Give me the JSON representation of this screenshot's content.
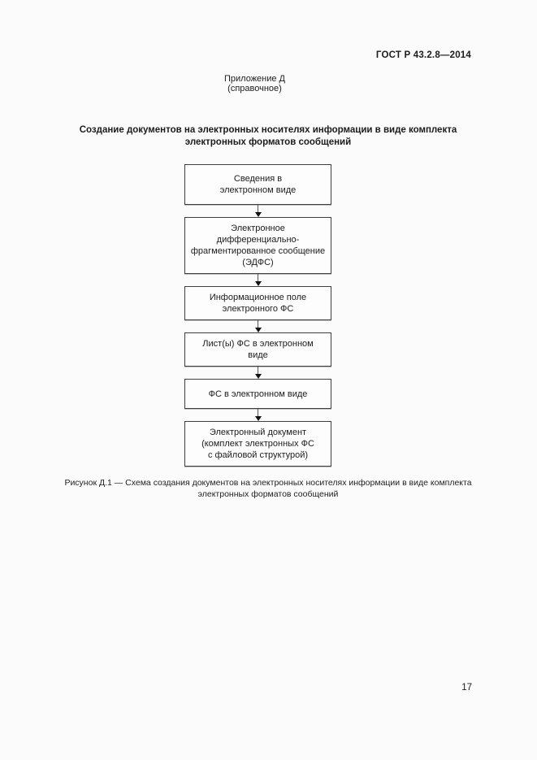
{
  "page": {
    "header": "ГОСТ Р 43.2.8—2014",
    "appendix_title": "Приложение Д",
    "appendix_subtitle": "(справочное)",
    "doc_title": "Создание документов на электронных носителях информации в виде комплекта электронных форматов сообщений",
    "figure_caption": "Рисунок Д.1 — Схема создания документов на электронных носителях информации в виде комплекта электронных форматов сообщений",
    "page_number": "17"
  },
  "flowchart": {
    "direction": "top-down",
    "boxes": [
      {
        "label": "Сведения в\nэлектронном виде"
      },
      {
        "label": "Электронное дифференциально-\nфрагментированное сообщение\n(ЭДФС)"
      },
      {
        "label": "Информационное поле\nэлектронного ФС"
      },
      {
        "label": "Лист(ы) ФС в электронном\nвиде"
      },
      {
        "label": "ФС в электронном виде"
      },
      {
        "label": "Электронный документ\n(комплект электронных ФС\nс файловой структурой)"
      }
    ]
  }
}
